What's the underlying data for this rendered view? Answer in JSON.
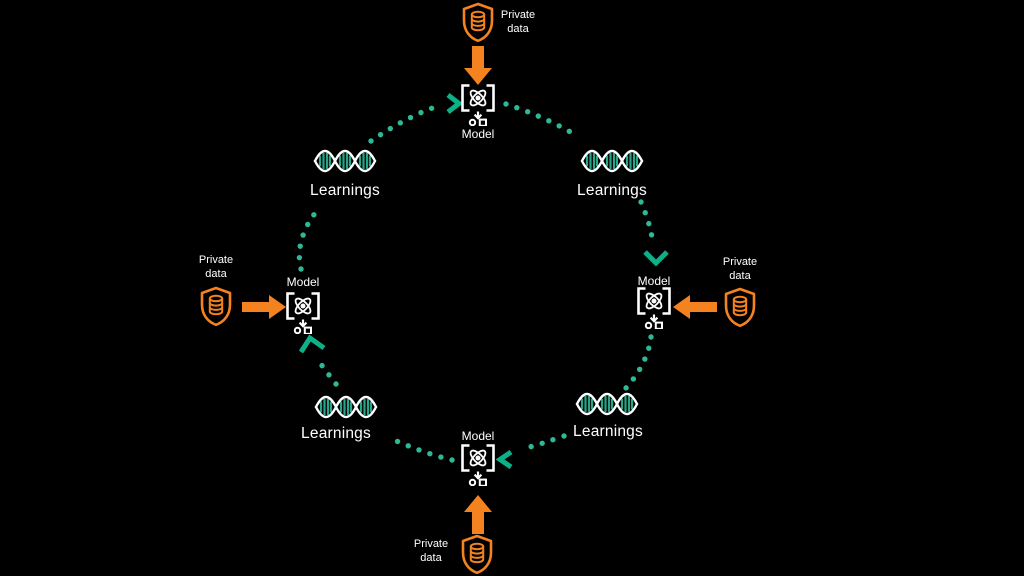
{
  "colors": {
    "background": "#000000",
    "white": "#ffffff",
    "orange": "#f4821f",
    "green_dot": "#2eb996",
    "green_arrow": "#0db188",
    "green_dna": "#2aa489"
  },
  "flow_direction": "clockwise",
  "model_nodes": [
    {
      "position": "top",
      "label": "Model"
    },
    {
      "position": "right",
      "label": "Model"
    },
    {
      "position": "bottom",
      "label": "Model"
    },
    {
      "position": "left",
      "label": "Model"
    }
  ],
  "learning_nodes": [
    {
      "position": "top-left",
      "label": "Learnings"
    },
    {
      "position": "top-right",
      "label": "Learnings"
    },
    {
      "position": "bottom-right",
      "label": "Learnings"
    },
    {
      "position": "bottom-left",
      "label": "Learnings"
    }
  ],
  "private_data_nodes": [
    {
      "position": "top",
      "line1": "Private",
      "line2": "data"
    },
    {
      "position": "right",
      "line1": "Private",
      "line2": "data"
    },
    {
      "position": "bottom",
      "line1": "Private",
      "line2": "data"
    },
    {
      "position": "left",
      "line1": "Private",
      "line2": "data"
    }
  ],
  "icons": {
    "private_data": "shield-database-icon",
    "model": "model-brackets-atom-icon",
    "learnings": "dna-helix-icon",
    "flow": "dotted-arc-chevron-arrow",
    "input": "solid-orange-arrow"
  }
}
